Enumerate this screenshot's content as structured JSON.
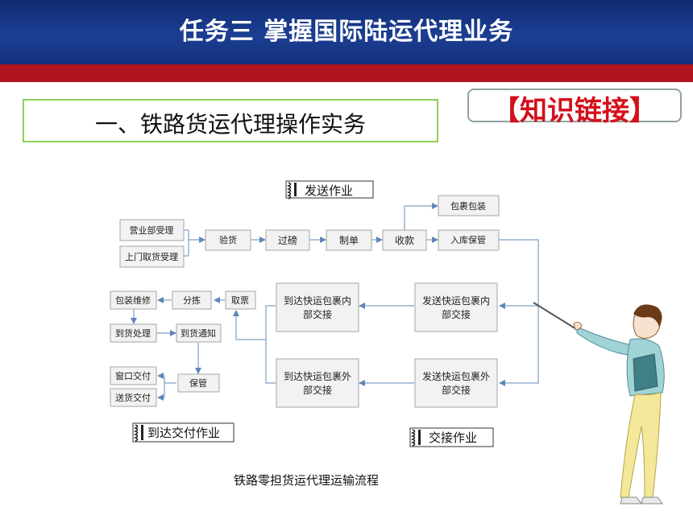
{
  "header": {
    "title": "任务三  掌握国际陆运代理业务"
  },
  "section": {
    "title": "一、铁路货运代理操作实务"
  },
  "badge": {
    "text": "【知识链接】"
  },
  "diagram": {
    "tags": {
      "send": "发送作业",
      "arrive": "到达交付作业",
      "handover": "交接作业"
    },
    "boxes": {
      "yingye": "营业部受理",
      "shangmen": "上门取货受理",
      "yanhuo": "验货",
      "guobang": "过磅",
      "zhidan": "制单",
      "shoukuan": "收款",
      "baoguo": "包裹包装",
      "ruku": "入库保管",
      "fasong_nei_1": "发送快运包裹内",
      "fasong_nei_2": "部交接",
      "fasong_wai_1": "发送快运包裹外",
      "fasong_wai_2": "部交接",
      "daoda_nei_1": "到达快运包裹内",
      "daoda_nei_2": "部交接",
      "daoda_wai_1": "到达快运包裹外",
      "daoda_wai_2": "部交接",
      "qupiao": "取票",
      "fenjian": "分拣",
      "weixiu": "包装维修",
      "daohuo_chuli": "到货处理",
      "daohuo_tongzhi": "到货通知",
      "chuangkou": "窗口交付",
      "songhuo": "送货交付",
      "baoguan": "保管"
    }
  },
  "caption": "铁路零担货运代理运输流程",
  "colors": {
    "header": "#1c3f93",
    "redbar": "#b0121e",
    "badge_text": "#d4101c",
    "section_border": "#8fcf5a",
    "arrow": "#7da0c8"
  }
}
